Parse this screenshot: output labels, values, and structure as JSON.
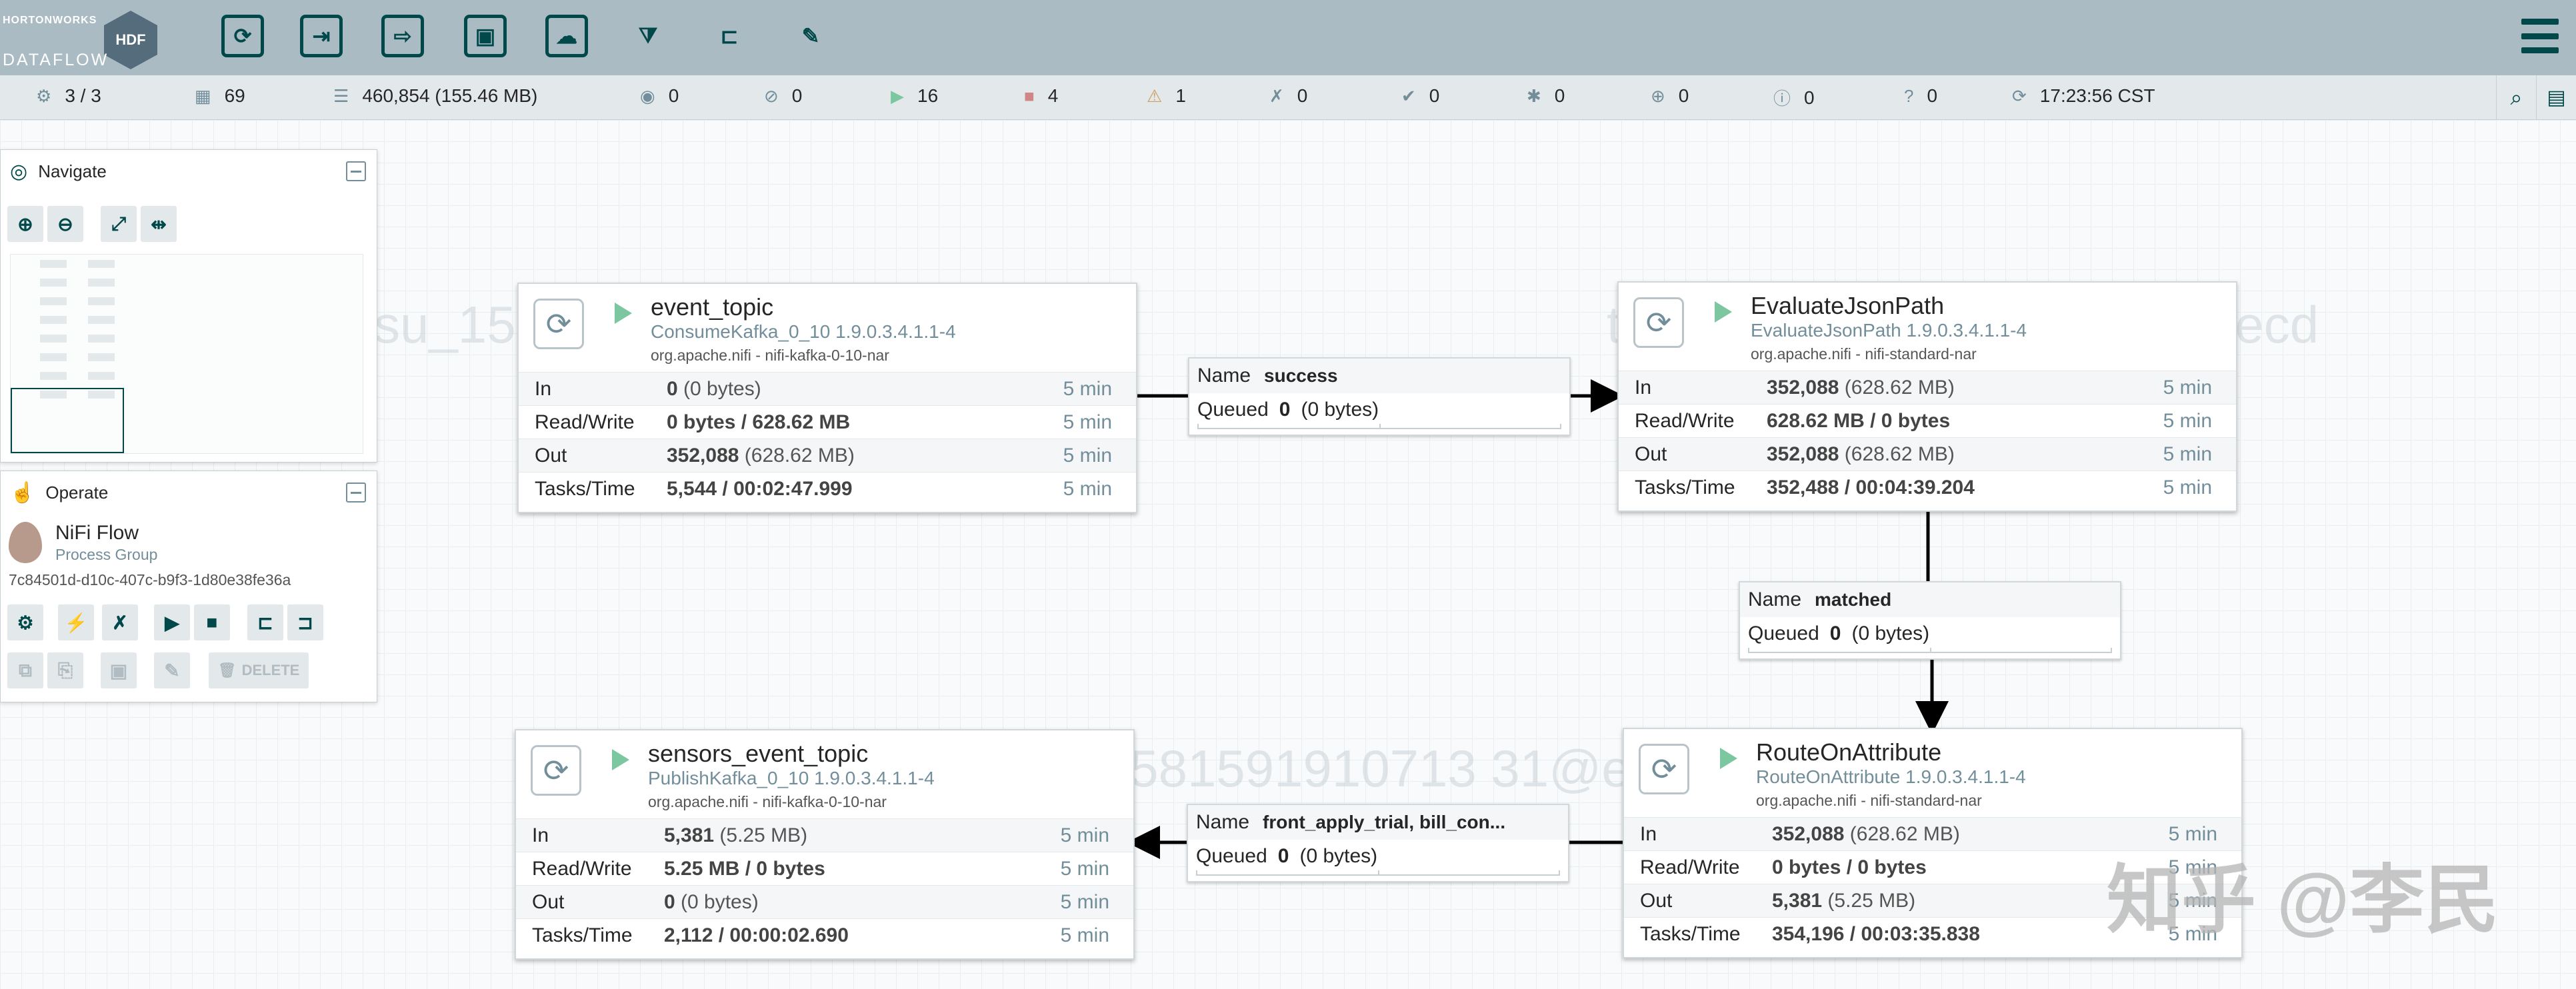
{
  "header": {
    "brand": "HORTONWORKS",
    "badge": "HDF",
    "product": "DATAFLOW",
    "toolbar_icons": [
      "processor-icon",
      "input-port-icon",
      "output-port-icon",
      "process-group-icon",
      "remote-process-group-icon",
      "funnel-icon",
      "template-icon",
      "label-icon"
    ]
  },
  "status": {
    "cluster": "3 / 3",
    "threads": "69",
    "queued": "460,854 (155.46 MB)",
    "transmitting": "0",
    "not_transmitting": "0",
    "running": "16",
    "stopped": "4",
    "invalid": "1",
    "disabled": "0",
    "up_to_date": "0",
    "locally_modified": "0",
    "stale": "0",
    "locally_modified_stale": "0",
    "sync_failure": "0",
    "last_refreshed": "17:23:56 CST"
  },
  "navigate": {
    "title": "Navigate"
  },
  "operate": {
    "title": "Operate",
    "name": "NiFi Flow",
    "kind": "Process Group",
    "id": "7c84501d-d10c-407c-b9f3-1d80e38fe36a",
    "delete_label": "DELETE"
  },
  "row_labels": {
    "in": "In",
    "rw": "Read/Write",
    "out": "Out",
    "tasks": "Tasks/Time"
  },
  "processors": [
    {
      "name": "event_topic",
      "type": "ConsumeKafka_0_10 1.9.0.3.4.1.1-4",
      "bundle": "org.apache.nifi - nifi-kafka-0-10-nar",
      "in_count": "0",
      "in_size": "(0 bytes)",
      "rw": "0 bytes / 628.62 MB",
      "out_count": "352,088",
      "out_size": "(628.62 MB)",
      "tasks": "5,544 / 00:02:47.999",
      "window": "5 min"
    },
    {
      "name": "EvaluateJsonPath",
      "type": "EvaluateJsonPath 1.9.0.3.4.1.1-4",
      "bundle": "org.apache.nifi - nifi-standard-nar",
      "in_count": "352,088",
      "in_size": "(628.62 MB)",
      "rw": "628.62 MB / 0 bytes",
      "out_count": "352,088",
      "out_size": "(628.62 MB)",
      "tasks": "352,488 / 00:04:39.204",
      "window": "5 min"
    },
    {
      "name": "sensors_event_topic",
      "type": "PublishKafka_0_10 1.9.0.3.4.1.1-4",
      "bundle": "org.apache.nifi - nifi-kafka-0-10-nar",
      "in_count": "5,381",
      "in_size": "(5.25 MB)",
      "rw": "5.25 MB / 0 bytes",
      "out_count": "0",
      "out_size": "(0 bytes)",
      "tasks": "2,112 / 00:00:02.690",
      "window": "5 min"
    },
    {
      "name": "RouteOnAttribute",
      "type": "RouteOnAttribute 1.9.0.3.4.1.1-4",
      "bundle": "org.apache.nifi - nifi-standard-nar",
      "in_count": "352,088",
      "in_size": "(628.62 MB)",
      "rw": "0 bytes / 0 bytes",
      "out_count": "5,381",
      "out_size": "(5.25 MB)",
      "tasks": "354,196 / 00:03:35.838",
      "window": "5 min"
    }
  ],
  "connections": [
    {
      "name_label": "Name",
      "name": "success",
      "queued_label": "Queued",
      "queued_count": "0",
      "queued_size": "(0 bytes)"
    },
    {
      "name_label": "Name",
      "name": "matched",
      "queued_label": "Queued",
      "queued_count": "0",
      "queued_size": "(0 bytes)"
    },
    {
      "name_label": "Name",
      "name": "front_apply_trial, bill_con...",
      "queued_label": "Queued",
      "queued_count": "0",
      "queued_size": "(0 bytes)"
    }
  ],
  "watermarks": {
    "user": "tusu_1581591910713 31@ecd",
    "zhihu": "知乎 @李民"
  }
}
